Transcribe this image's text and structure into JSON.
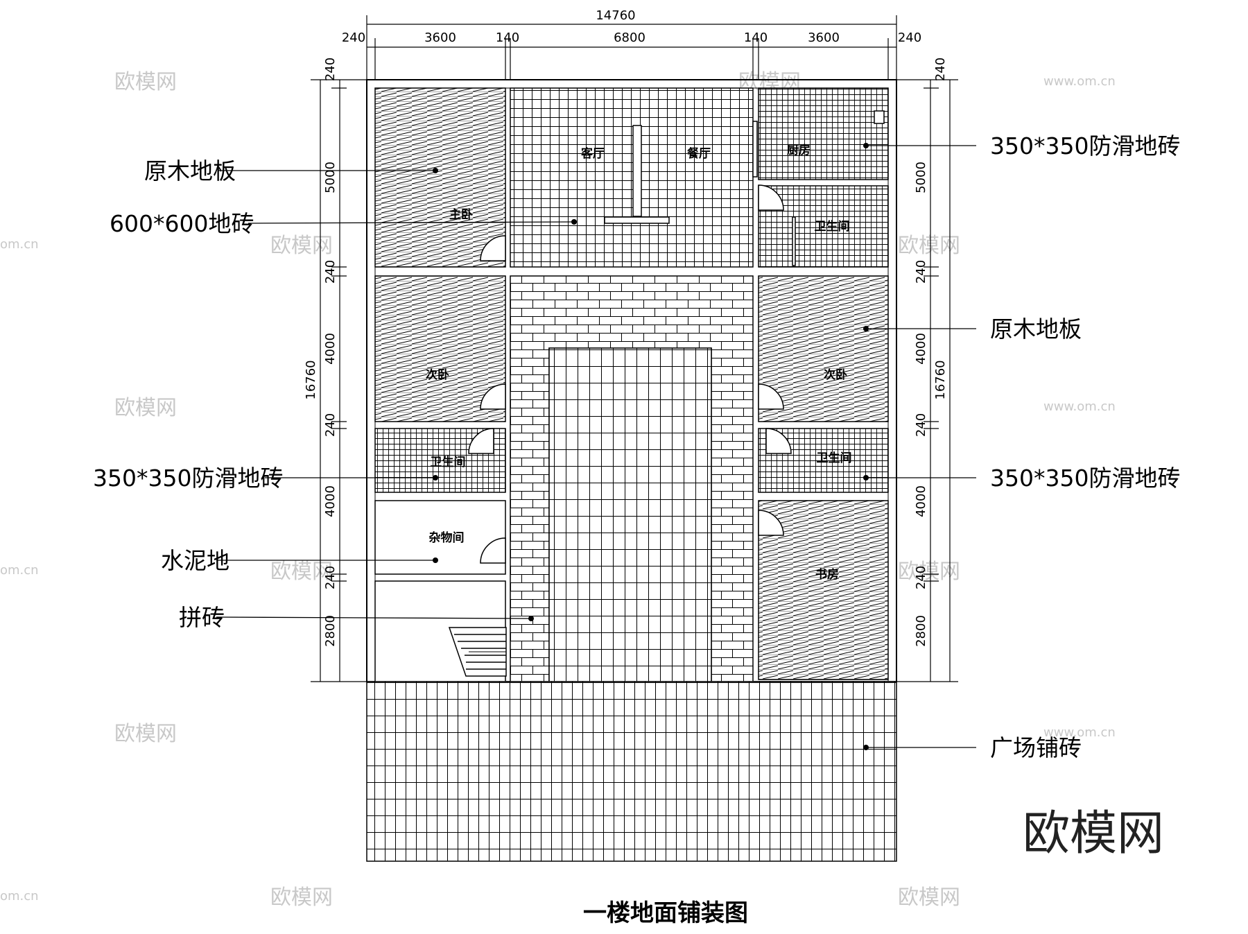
{
  "title": "一楼地面铺装图",
  "brand_mark": "欧模网",
  "watermark": {
    "text": "欧模网",
    "url": "www.om.cn",
    "short": "om.cn"
  },
  "dimensions": {
    "overall_width": "14760",
    "overall_depth": "16760",
    "top": [
      "240",
      "3600",
      "140",
      "6800",
      "140",
      "3600",
      "240"
    ],
    "left": [
      "240",
      "5000",
      "240",
      "4000",
      "240",
      "4000",
      "240",
      "2800"
    ],
    "right": [
      "240",
      "5000",
      "240",
      "4000",
      "240",
      "4000",
      "240",
      "2800"
    ]
  },
  "rooms": {
    "master_bed": "主卧",
    "living": "客厅",
    "dining": "餐厅",
    "kitchen": "厨房",
    "bath_ne": "卫生间",
    "second_bed_w": "次卧",
    "second_bed_e": "次卧",
    "bath_w": "卫生间",
    "bath_e": "卫生间",
    "storage": "杂物间",
    "study": "书房"
  },
  "materials": {
    "wood_left": "原木地板",
    "tile_600": "600*600地砖",
    "nonslip_left": "350*350防滑地砖",
    "cement": "水泥地",
    "brick": "拼砖",
    "nonslip_kitchen": "350*350防滑地砖",
    "wood_right": "原木地板",
    "nonslip_right": "350*350防滑地砖",
    "plaza": "广场铺砖"
  },
  "colors": {
    "line": "#000000",
    "watermark": "#c8c8c8"
  }
}
